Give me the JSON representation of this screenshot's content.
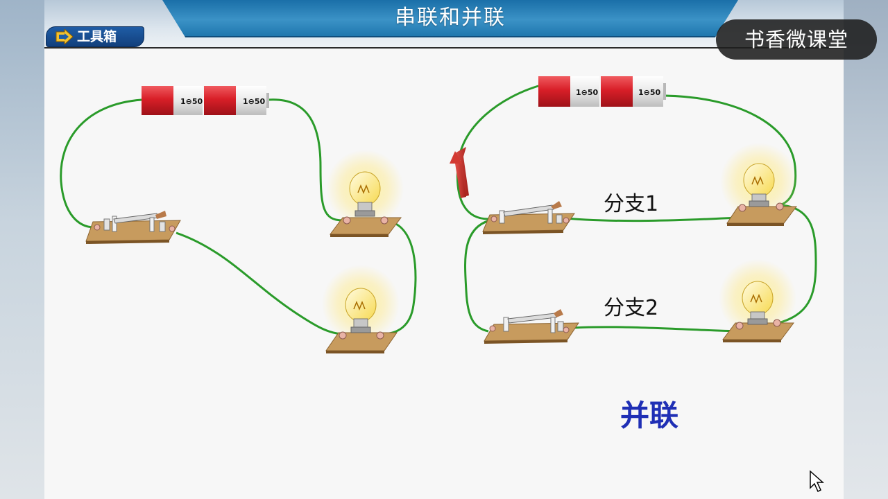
{
  "slide": {
    "title": "串联和并联",
    "toolbox_label": "工具箱",
    "branch_labels": [
      "分支1",
      "分支2"
    ],
    "circuit_type_label": "并联"
  },
  "watermark": {
    "text": "书香微课堂"
  },
  "components": {
    "battery_label": "1⊖50",
    "wire_color": "#2a9b2a",
    "bulb_glow_color": "#fff3a0",
    "battery_color": "#d8222b"
  },
  "icons": {
    "toolbox": "arrow-toolbox-icon",
    "cursor": "mouse-pointer-icon"
  }
}
